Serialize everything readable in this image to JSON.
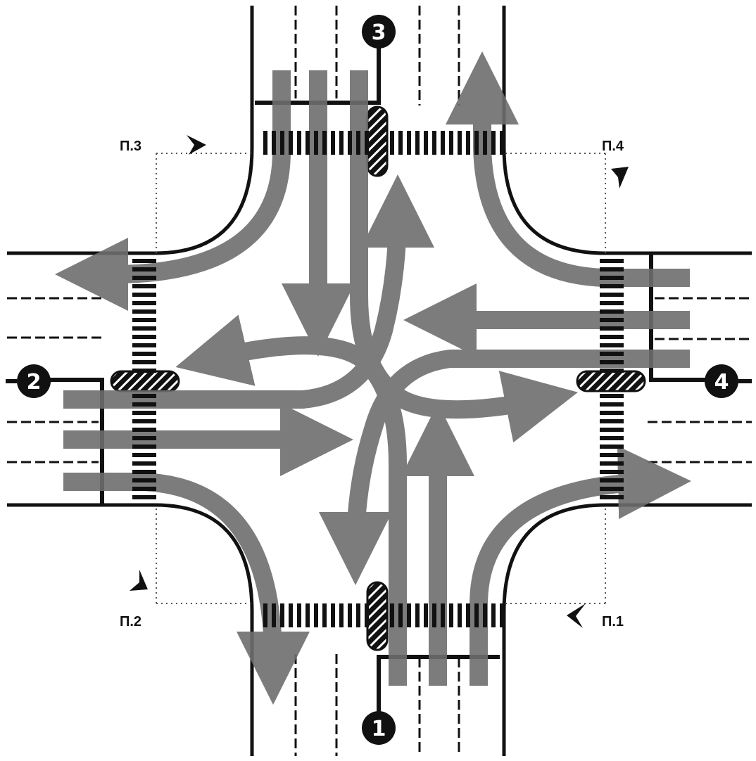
{
  "diagram": {
    "type": "four-way intersection traffic scheme",
    "colors": {
      "background": "#ffffff",
      "road_edge": "#111111",
      "flow_arrow": "#6e6e6e",
      "flow_arrow_dark": "#4a4a4a",
      "marker": "#111111",
      "observer_line": "#555555"
    },
    "approaches": [
      {
        "id": "1",
        "label": "1",
        "side": "south"
      },
      {
        "id": "2",
        "label": "2",
        "side": "west"
      },
      {
        "id": "3",
        "label": "3",
        "side": "north"
      },
      {
        "id": "4",
        "label": "4",
        "side": "east"
      }
    ],
    "observation_points": [
      {
        "id": "p1",
        "label": "П.1",
        "corner": "south-east"
      },
      {
        "id": "p2",
        "label": "П.2",
        "corner": "south-west"
      },
      {
        "id": "p3",
        "label": "П.3",
        "corner": "north-west"
      },
      {
        "id": "p4",
        "label": "П.4",
        "corner": "north-east"
      }
    ],
    "elements": {
      "crosswalks": 4,
      "islands": 4,
      "stop_lines": 4
    },
    "movements": [
      "right turns at each corner",
      "through movements on all approaches",
      "left turns crossing at center"
    ]
  }
}
